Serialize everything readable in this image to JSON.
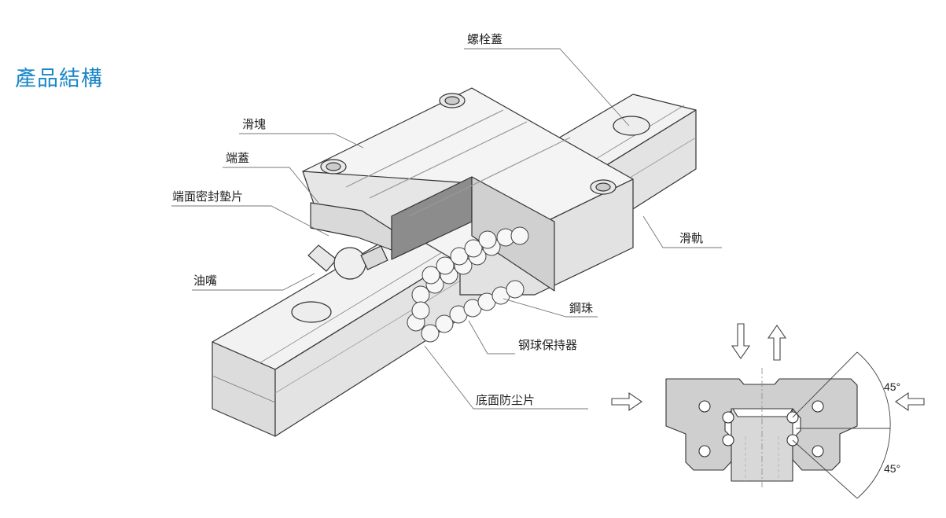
{
  "title": "產品結構",
  "labels": {
    "bolt_cover": "螺栓蓋",
    "slider_block": "滑塊",
    "end_cap": "端蓋",
    "end_seal": "端面密封墊片",
    "grease_nipple": "油嘴",
    "rail": "滑軌",
    "steel_ball": "鋼珠",
    "ball_retainer": "钢球保持器",
    "bottom_seal": "底面防尘片"
  },
  "angles": {
    "upper": "45°",
    "lower": "45°"
  }
}
